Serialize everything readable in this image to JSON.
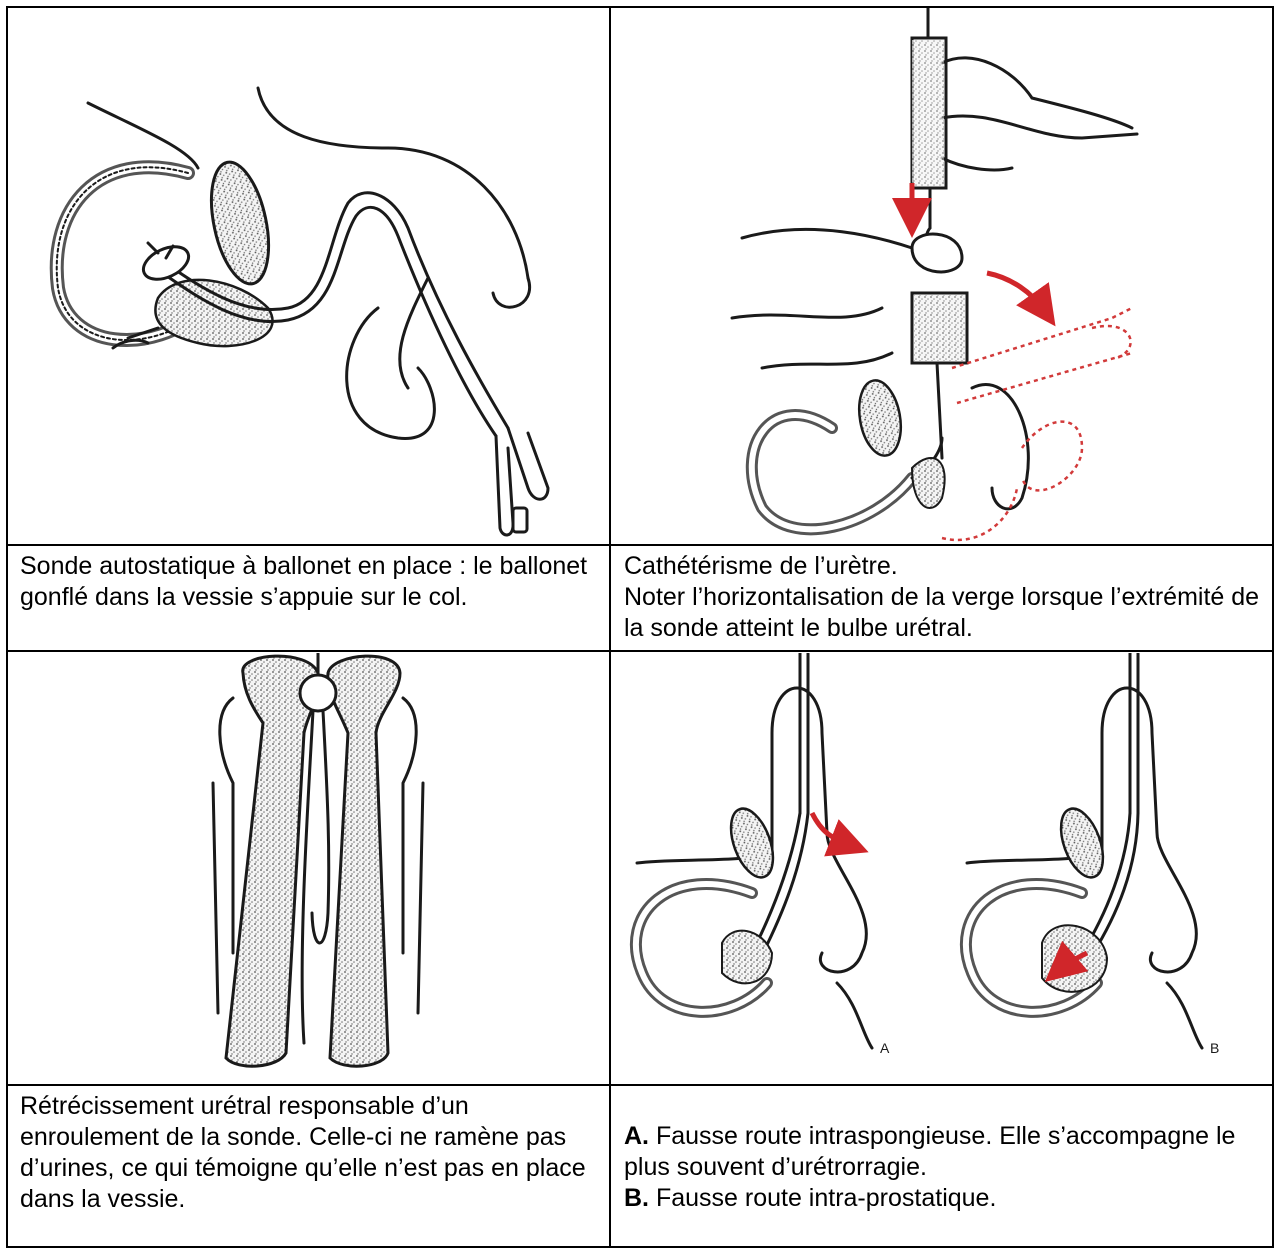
{
  "captions": {
    "top_left": "Sonde autostatique à ballonet en place : le ballonet gonflé dans la vessie s’appuie sur le col.",
    "top_right_line1": "Cathétérisme de l’urètre.",
    "top_right_line2": "Noter l’horizontalisation de la verge lorsque l’extrémité de la sonde atteint le bulbe urétral.",
    "bottom_left": "Rétrécissement urétral responsable d’un enroulement de la sonde. Celle-ci ne ramène pas d’urines, ce qui témoigne qu’elle n’est pas en place dans la vessie.",
    "bottom_right_a_marker": "A.",
    "bottom_right_a_text": " Fausse route intraspongieuse. Elle s’accompagne le plus souvent d’urétrorragie.",
    "bottom_right_b_marker": "B.",
    "bottom_right_b_text": " Fausse route intra-prostatique."
  },
  "figure_labels": {
    "panel_a": "A",
    "panel_b": "B"
  },
  "colors": {
    "ink": "#1a1a1a",
    "arrow_red": "#d0262a",
    "dotted_red": "#d23a3a",
    "stipple": "#6a6a6a"
  }
}
